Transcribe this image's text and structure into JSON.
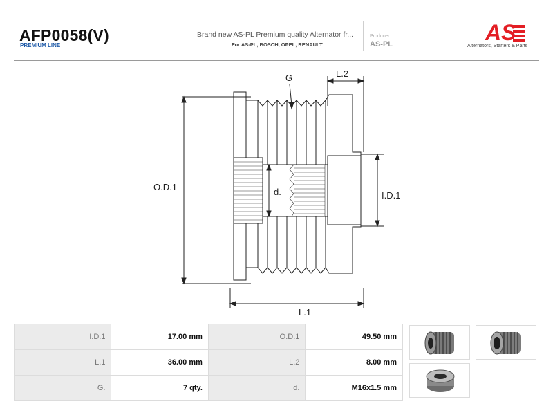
{
  "header": {
    "part_number": "AFP0058(V)",
    "line": "PREMIUM LINE",
    "description": "Brand new AS-PL Premium quality Alternator fr...",
    "applications": "For AS-PL, BOSCH, OPEL, RENAULT",
    "producer_label": "Producer",
    "producer": "AS-PL",
    "logo_text": "AS",
    "tagline": "Alternators, Starters & Parts",
    "logo_color": "#e31e24"
  },
  "diagram": {
    "labels": {
      "g": "G",
      "l2": "L.2",
      "od1": "O.D.1",
      "id1": "I.D.1",
      "d": "d.",
      "l1": "L.1"
    }
  },
  "specs": {
    "rows": [
      [
        {
          "k": "I.D.1",
          "v": "17.00 mm"
        },
        {
          "k": "O.D.1",
          "v": "49.50 mm"
        }
      ],
      [
        {
          "k": "L.1",
          "v": "36.00 mm"
        },
        {
          "k": "L.2",
          "v": "8.00 mm"
        }
      ],
      [
        {
          "k": "G.",
          "v": "7 qty."
        },
        {
          "k": "d.",
          "v": "M16x1.5 mm"
        }
      ]
    ]
  },
  "thumbnails": [
    "pulley-front-icon",
    "pulley-angle-icon",
    "pulley-back-icon"
  ]
}
